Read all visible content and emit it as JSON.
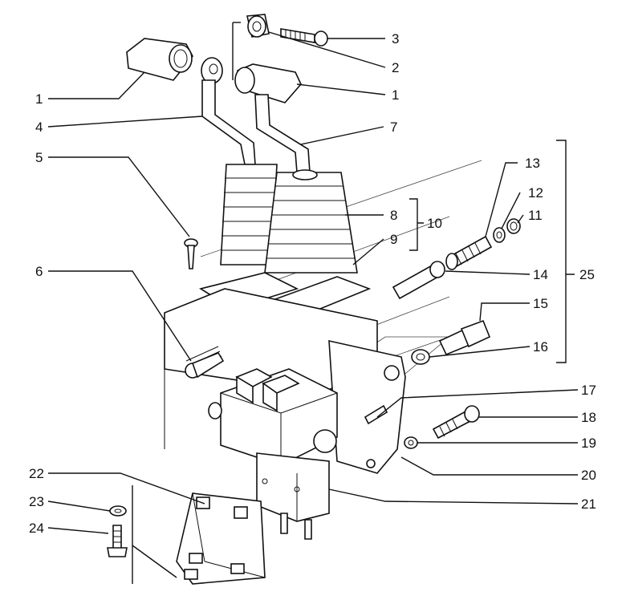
{
  "diagram": {
    "labels": [
      {
        "id": "1a",
        "text": "1"
      },
      {
        "id": "1b",
        "text": "1"
      },
      {
        "id": "2",
        "text": "2"
      },
      {
        "id": "3",
        "text": "3"
      },
      {
        "id": "4",
        "text": "4"
      },
      {
        "id": "5",
        "text": "5"
      },
      {
        "id": "6",
        "text": "6"
      },
      {
        "id": "7",
        "text": "7"
      },
      {
        "id": "8",
        "text": "8"
      },
      {
        "id": "9",
        "text": "9"
      },
      {
        "id": "10",
        "text": "10"
      },
      {
        "id": "11",
        "text": "11"
      },
      {
        "id": "12",
        "text": "12"
      },
      {
        "id": "13",
        "text": "13"
      },
      {
        "id": "14",
        "text": "14"
      },
      {
        "id": "15",
        "text": "15"
      },
      {
        "id": "16",
        "text": "16"
      },
      {
        "id": "17",
        "text": "17"
      },
      {
        "id": "18",
        "text": "18"
      },
      {
        "id": "19",
        "text": "19"
      },
      {
        "id": "20",
        "text": "20"
      },
      {
        "id": "21",
        "text": "21"
      },
      {
        "id": "22",
        "text": "22"
      },
      {
        "id": "23",
        "text": "23"
      },
      {
        "id": "24",
        "text": "24"
      },
      {
        "id": "25",
        "text": "25"
      }
    ]
  }
}
